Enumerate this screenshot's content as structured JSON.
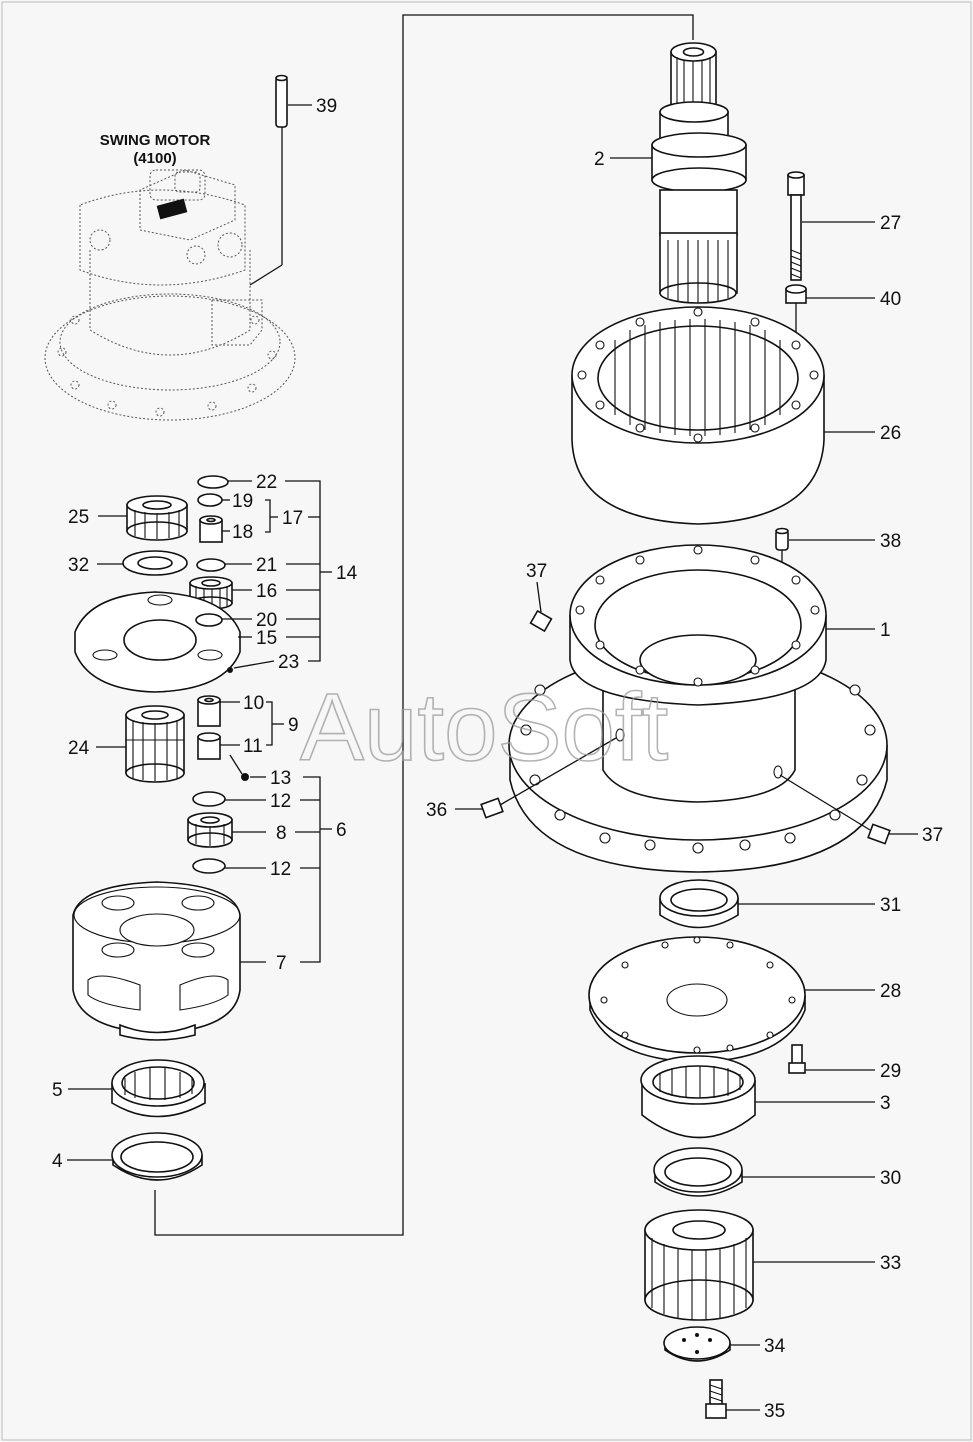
{
  "swing_motor": {
    "title": "SWING MOTOR",
    "code": "(4100)"
  },
  "watermark": "AutoSoft",
  "callouts": {
    "p1": "1",
    "p2": "2",
    "p3": "3",
    "p4": "4",
    "p5": "5",
    "p6": "6",
    "p7": "7",
    "p8": "8",
    "p9": "9",
    "p10": "10",
    "p11": "11",
    "p12a": "12",
    "p12b": "12",
    "p13": "13",
    "p14": "14",
    "p15": "15",
    "p16": "16",
    "p17": "17",
    "p18": "18",
    "p19": "19",
    "p20": "20",
    "p21": "21",
    "p22": "22",
    "p23": "23",
    "p24": "24",
    "p25": "25",
    "p26": "26",
    "p27": "27",
    "p28": "28",
    "p29": "29",
    "p30": "30",
    "p31": "31",
    "p32": "32",
    "p33": "33",
    "p34": "34",
    "p35": "35",
    "p36": "36",
    "p37a": "37",
    "p37b": "37",
    "p38": "38",
    "p39": "39",
    "p40": "40"
  }
}
